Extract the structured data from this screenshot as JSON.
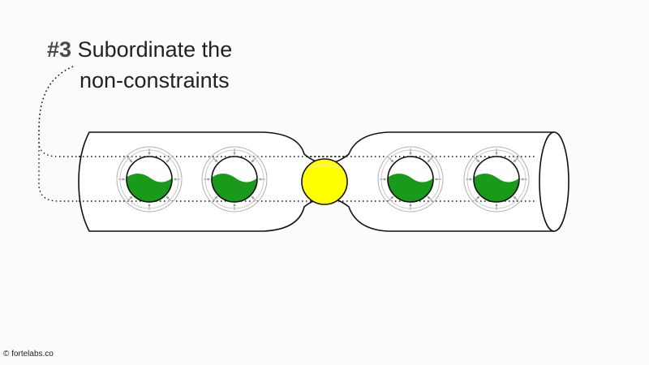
{
  "heading": {
    "number": "#3",
    "line1": "Subordinate the",
    "line2": "non-constraints"
  },
  "footer": {
    "copyright": "© fortelabs.co"
  },
  "diagram": {
    "pipe_stroke": "#111111",
    "pipe_fill": "#ffffff",
    "constraint_color": "#ffff00",
    "non_constraint_fill": "#1a9a1a",
    "ring_color": "#aaaaaa",
    "elements": [
      "non-constraint",
      "non-constraint",
      "constraint",
      "non-constraint",
      "non-constraint"
    ]
  }
}
